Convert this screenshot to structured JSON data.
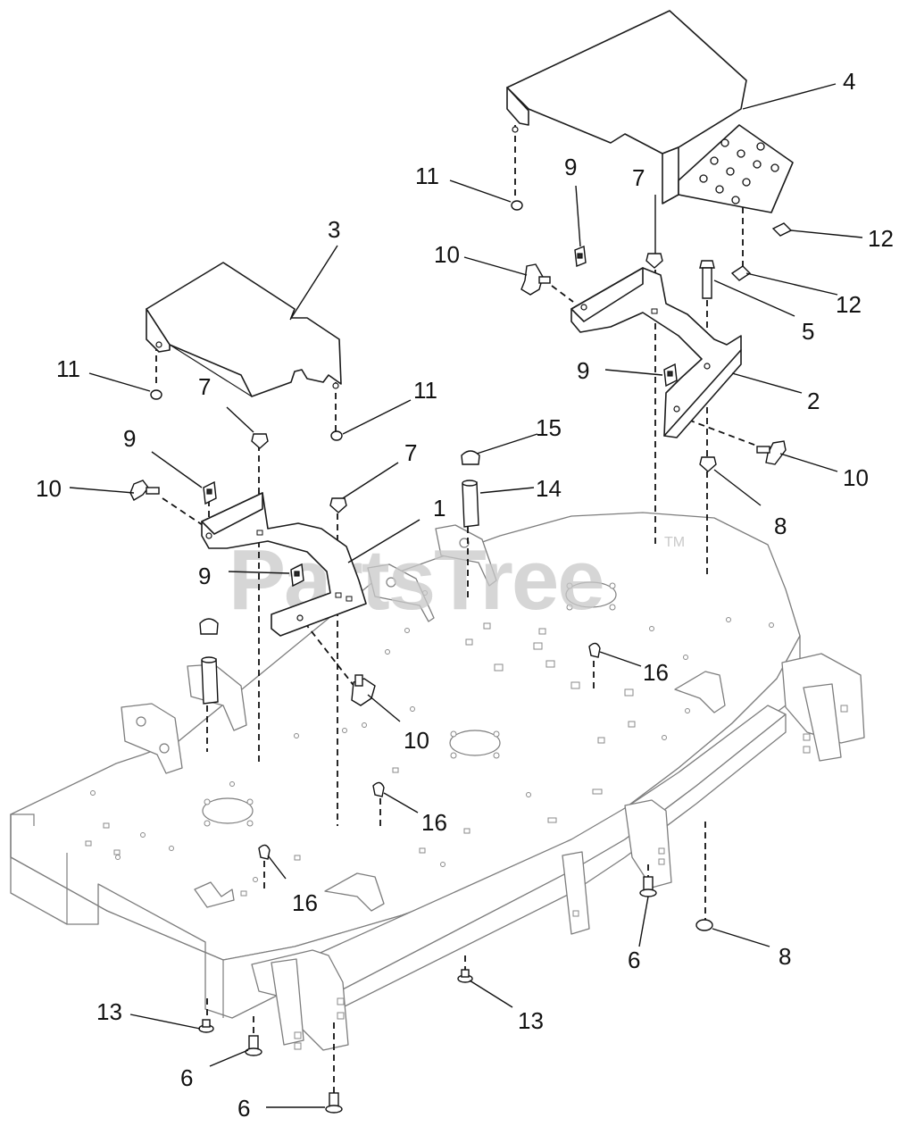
{
  "watermark": {
    "text": "PartsTree",
    "tm": "TM"
  },
  "callouts": [
    {
      "id": "c1",
      "label": "1"
    },
    {
      "id": "c2",
      "label": "2"
    },
    {
      "id": "c3",
      "label": "3"
    },
    {
      "id": "c4",
      "label": "4"
    },
    {
      "id": "c5",
      "label": "5"
    },
    {
      "id": "c6a",
      "label": "6"
    },
    {
      "id": "c6b",
      "label": "6"
    },
    {
      "id": "c6c",
      "label": "6"
    },
    {
      "id": "c7a",
      "label": "7"
    },
    {
      "id": "c7b",
      "label": "7"
    },
    {
      "id": "c7c",
      "label": "7"
    },
    {
      "id": "c8a",
      "label": "8"
    },
    {
      "id": "c8b",
      "label": "8"
    },
    {
      "id": "c9a",
      "label": "9"
    },
    {
      "id": "c9b",
      "label": "9"
    },
    {
      "id": "c9c",
      "label": "9"
    },
    {
      "id": "c9d",
      "label": "9"
    },
    {
      "id": "c10a",
      "label": "10"
    },
    {
      "id": "c10b",
      "label": "10"
    },
    {
      "id": "c10c",
      "label": "10"
    },
    {
      "id": "c10d",
      "label": "10"
    },
    {
      "id": "c11a",
      "label": "11"
    },
    {
      "id": "c11b",
      "label": "11"
    },
    {
      "id": "c11c",
      "label": "11"
    },
    {
      "id": "c12a",
      "label": "12"
    },
    {
      "id": "c12b",
      "label": "12"
    },
    {
      "id": "c13a",
      "label": "13"
    },
    {
      "id": "c13b",
      "label": "13"
    },
    {
      "id": "c14",
      "label": "14"
    },
    {
      "id": "c15",
      "label": "15"
    },
    {
      "id": "c16a",
      "label": "16"
    },
    {
      "id": "c16b",
      "label": "16"
    },
    {
      "id": "c16c",
      "label": "16"
    }
  ]
}
